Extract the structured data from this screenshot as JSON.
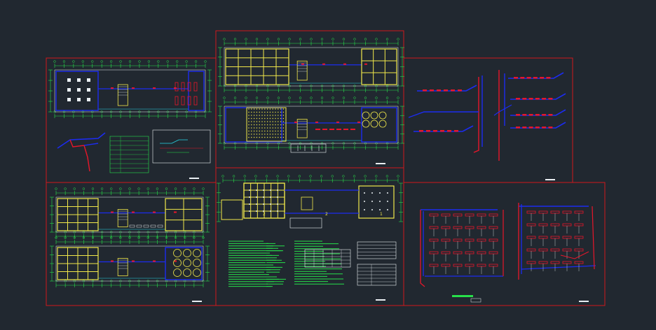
{
  "viewport": {
    "background": "#212830"
  },
  "colors": {
    "sheet_border": "#d0191d",
    "dimension_green": "#27e04a",
    "wall_yellow": "#f1e84a",
    "pipe_blue": "#1c2cf0",
    "riser_red": "#e8162a",
    "cyan_note": "#27d9e8",
    "white": "#e9eef2"
  },
  "sheets": [
    {
      "id": "sheet-a",
      "kind": "floor-plan-with-riser-and-legend"
    },
    {
      "id": "sheet-b",
      "kind": "two-floor-plans"
    },
    {
      "id": "sheet-c",
      "kind": "isometric-riser-diagrams"
    },
    {
      "id": "sheet-d",
      "kind": "two-floor-plans"
    },
    {
      "id": "sheet-e",
      "kind": "ground-floor-plan-with-notes"
    },
    {
      "id": "sheet-f",
      "kind": "isometric-system-diagram"
    }
  ],
  "room_labels": {
    "hall_2": "2",
    "hall_1": "1"
  }
}
